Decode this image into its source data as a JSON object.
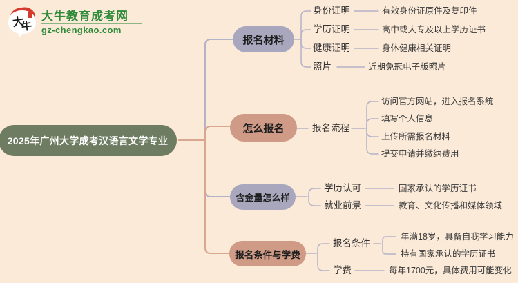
{
  "colors": {
    "bg": "#fcead9",
    "root-green": "#6e7d61",
    "pill-lavender": "#a8a7bd",
    "pill-salmon": "#cf9b86",
    "line-lavender": "#b4b2c7",
    "line-salmon": "#d9a68f",
    "logo-green": "#2e8b3a",
    "logo-red": "#d63a2f"
  },
  "logo": {
    "bubble_text_1": "大",
    "bubble_text_2": "牛",
    "site_name": "大牛教育成考网",
    "site_url": "gz-chengkao.com"
  },
  "root": {
    "label": "2025年广州大学成考汉语言文学专业"
  },
  "branches": [
    {
      "label": "报名材料",
      "items": [
        {
          "label": "身份证明",
          "leaf": "有效身份证原件及复印件"
        },
        {
          "label": "学历证明",
          "leaf": "高中或大专及以上学历证书"
        },
        {
          "label": "健康证明",
          "leaf": "身体健康相关证明"
        },
        {
          "label": "照片",
          "leaf": "近期免冠电子版照片"
        }
      ]
    },
    {
      "label": "怎么报名",
      "items": [
        {
          "label": "报名流程",
          "leaves": [
            "访问官方网站，进入报名系统",
            "填写个人信息",
            "上传所需报名材料",
            "提交申请并缴纳费用"
          ]
        }
      ]
    },
    {
      "label": "含金量怎么样",
      "items": [
        {
          "label": "学历认可",
          "leaf": "国家承认的学历证书"
        },
        {
          "label": "就业前景",
          "leaf": "教育、文化传播和媒体领域"
        }
      ]
    },
    {
      "label": "报名条件与学费",
      "items": [
        {
          "label": "报名条件",
          "leaves": [
            "年满18岁，具备自我学习能力",
            "持有国家承认的学历证书"
          ]
        },
        {
          "label": "学费",
          "leaf": "每年1700元，具体费用可能变化"
        }
      ]
    }
  ]
}
